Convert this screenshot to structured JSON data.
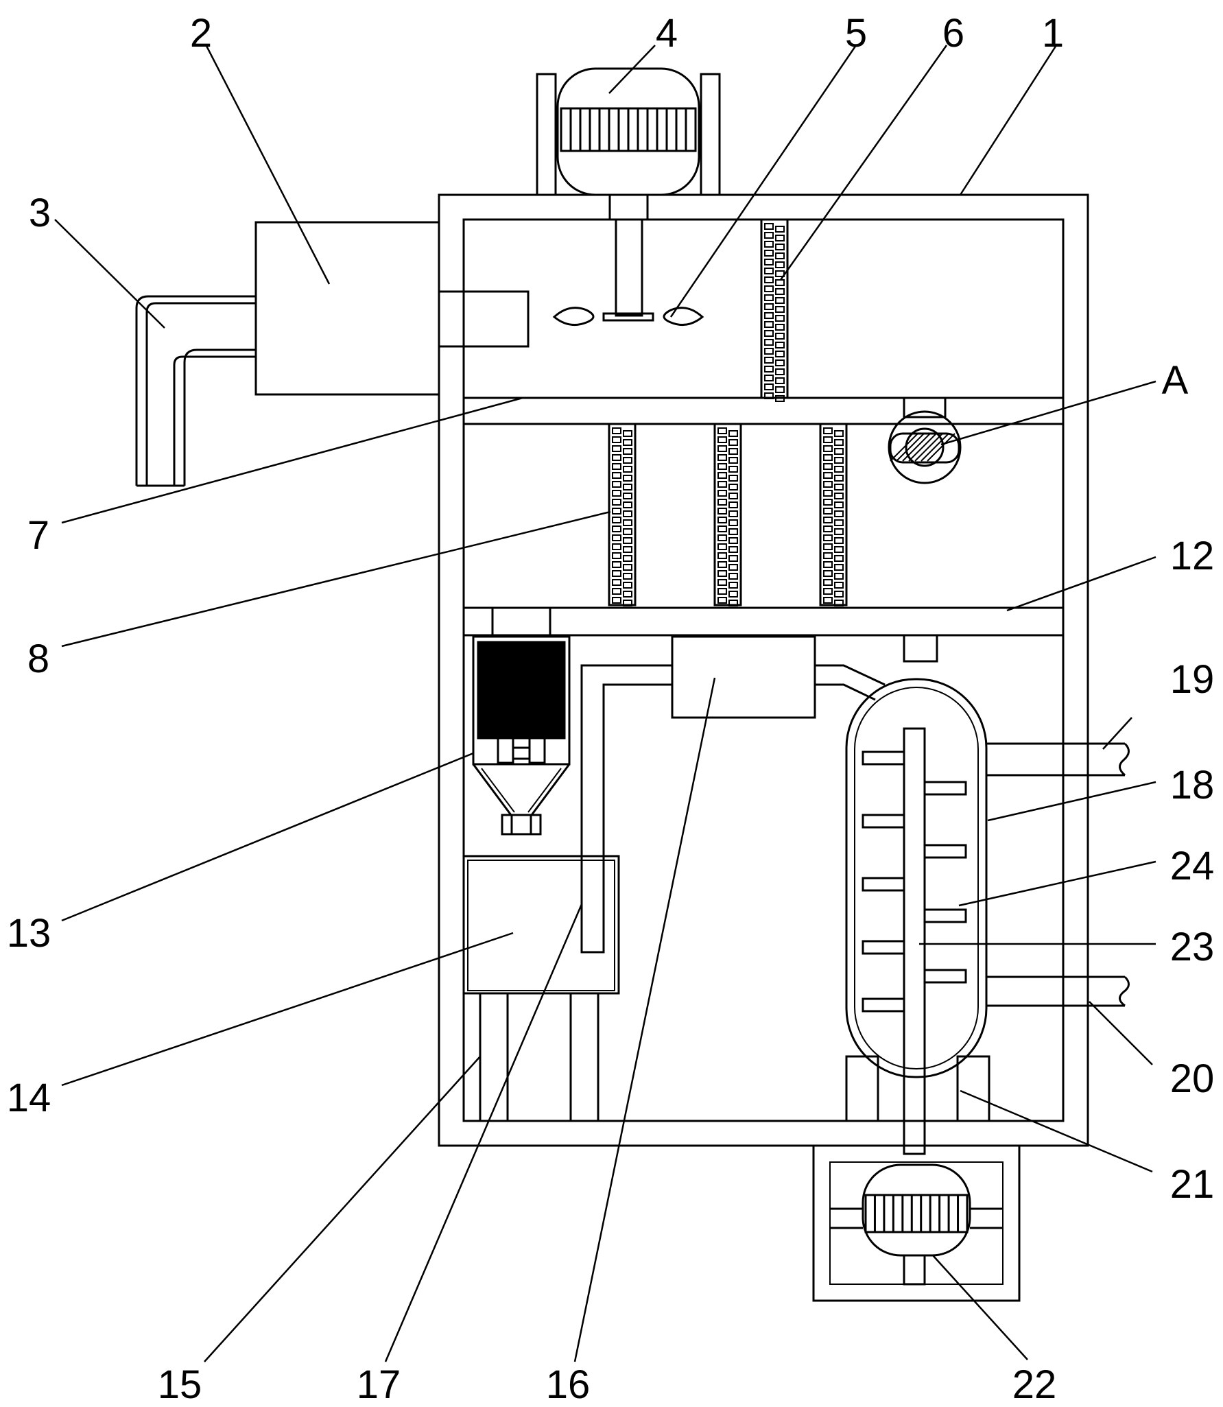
{
  "labels": {
    "l1": "1",
    "l2": "2",
    "l3": "3",
    "l4": "4",
    "l5": "5",
    "l6": "6",
    "l7": "7",
    "l8": "8",
    "l12": "12",
    "l13": "13",
    "l14": "14",
    "l15": "15",
    "l16": "16",
    "l17": "17",
    "l18": "18",
    "l19": "19",
    "l20": "20",
    "l21": "21",
    "l22": "22",
    "l23": "23",
    "l24": "24",
    "lA": "A"
  },
  "colors": {
    "stroke": "#000000",
    "background": "#ffffff"
  }
}
